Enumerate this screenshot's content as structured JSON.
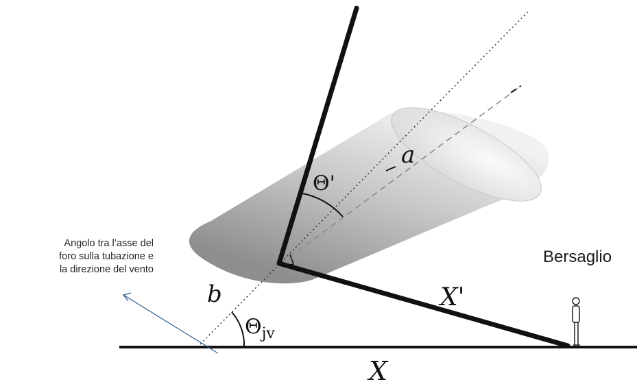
{
  "labels": {
    "theta_prime": "Θ'",
    "a": "a",
    "b": "b",
    "theta_main": "Θ",
    "theta_sub": "jv",
    "x_prime": "X'",
    "x": "X",
    "target": "Bersaglio"
  },
  "annotation": {
    "lines": [
      "Angolo tra l’asse del",
      "foro sulla tubazione e",
      "la direzione del vento"
    ]
  },
  "colors": {
    "annotation_arrow": "#2a5d8a",
    "ink": "#111111"
  },
  "icons": {
    "person": "person-figure-icon"
  }
}
